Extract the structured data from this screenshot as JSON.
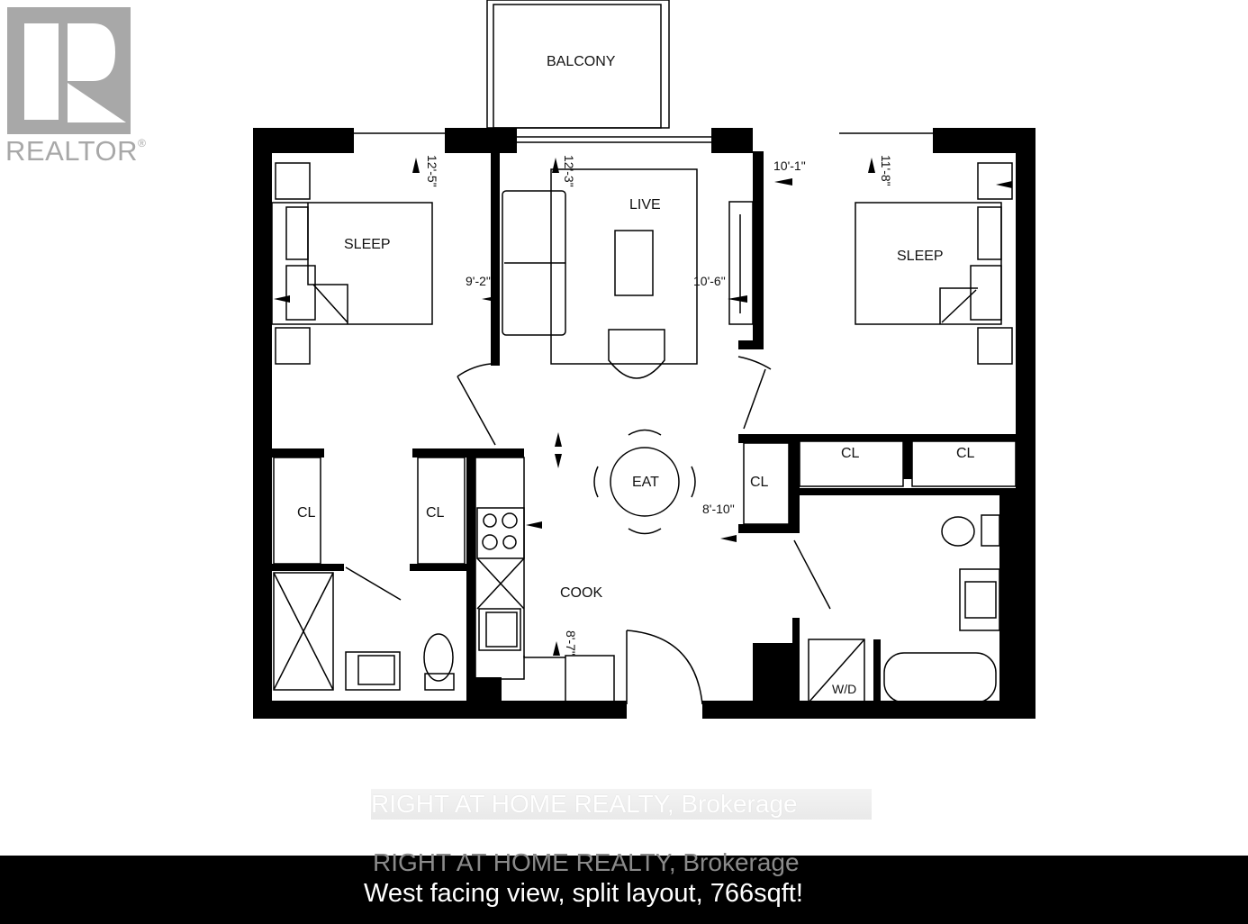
{
  "logo": {
    "brand": "REALTOR",
    "registered_mark": "®",
    "color": "#a8a8a8"
  },
  "floorplan": {
    "rooms": [
      {
        "id": "balcony",
        "label": "BALCONY"
      },
      {
        "id": "live",
        "label": "LIVE"
      },
      {
        "id": "sleep_left",
        "label": "SLEEP"
      },
      {
        "id": "sleep_right",
        "label": "SLEEP"
      },
      {
        "id": "eat",
        "label": "EAT"
      },
      {
        "id": "cook",
        "label": "COOK"
      },
      {
        "id": "closet_1",
        "label": "CL"
      },
      {
        "id": "closet_2",
        "label": "CL"
      },
      {
        "id": "closet_3",
        "label": "CL"
      },
      {
        "id": "closet_4",
        "label": "CL"
      },
      {
        "id": "closet_5",
        "label": "CL"
      },
      {
        "id": "laundry",
        "label": "W/D"
      }
    ],
    "dimensions": {
      "sleep_left_length": "12'-5\"",
      "sleep_left_width": "9'-2\"",
      "live_length": "12'-3\"",
      "live_width": "10'-6\"",
      "sleep_right_width": "10'-1\"",
      "sleep_right_length": "11'-8\"",
      "eat_width": "8'-10\"",
      "cook_length": "8'-7\""
    }
  },
  "watermark": "RIGHT AT HOME REALTY, Brokerage",
  "footer": {
    "brokerage": "RIGHT AT HOME REALTY, Brokerage",
    "caption": "West facing view, split layout, 766sqft!"
  }
}
